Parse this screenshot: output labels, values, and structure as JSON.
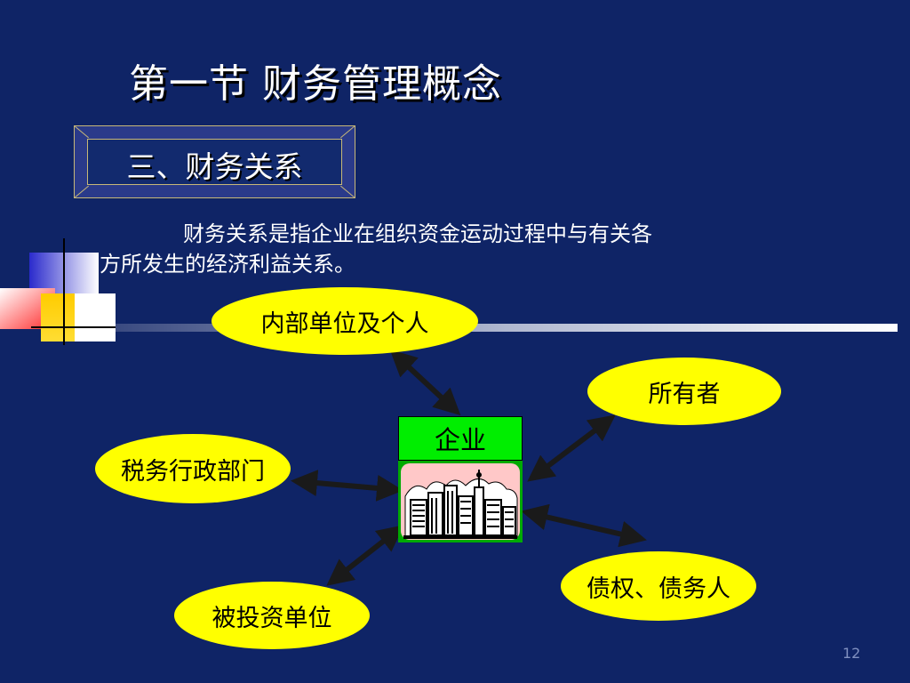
{
  "slide": {
    "title": "第一节 财务管理概念",
    "section_label": "三、财务关系",
    "paragraph_line1": "财务关系是指企业在组织资金运动过程中与有关各",
    "paragraph_line2": "方所发生的经济利益关系。",
    "page_number": "12"
  },
  "diagram": {
    "center_label": "企业",
    "nodes": {
      "internal": "内部单位及个人",
      "owner": "所有者",
      "tax": "税务行政部门",
      "creditor": "债权、债务人",
      "investee": "被投资单位"
    }
  },
  "colors": {
    "background": "#0f2466",
    "ellipse": "#ffff00",
    "center_box": "#00ee00",
    "arrow": "#1a1a1a"
  }
}
